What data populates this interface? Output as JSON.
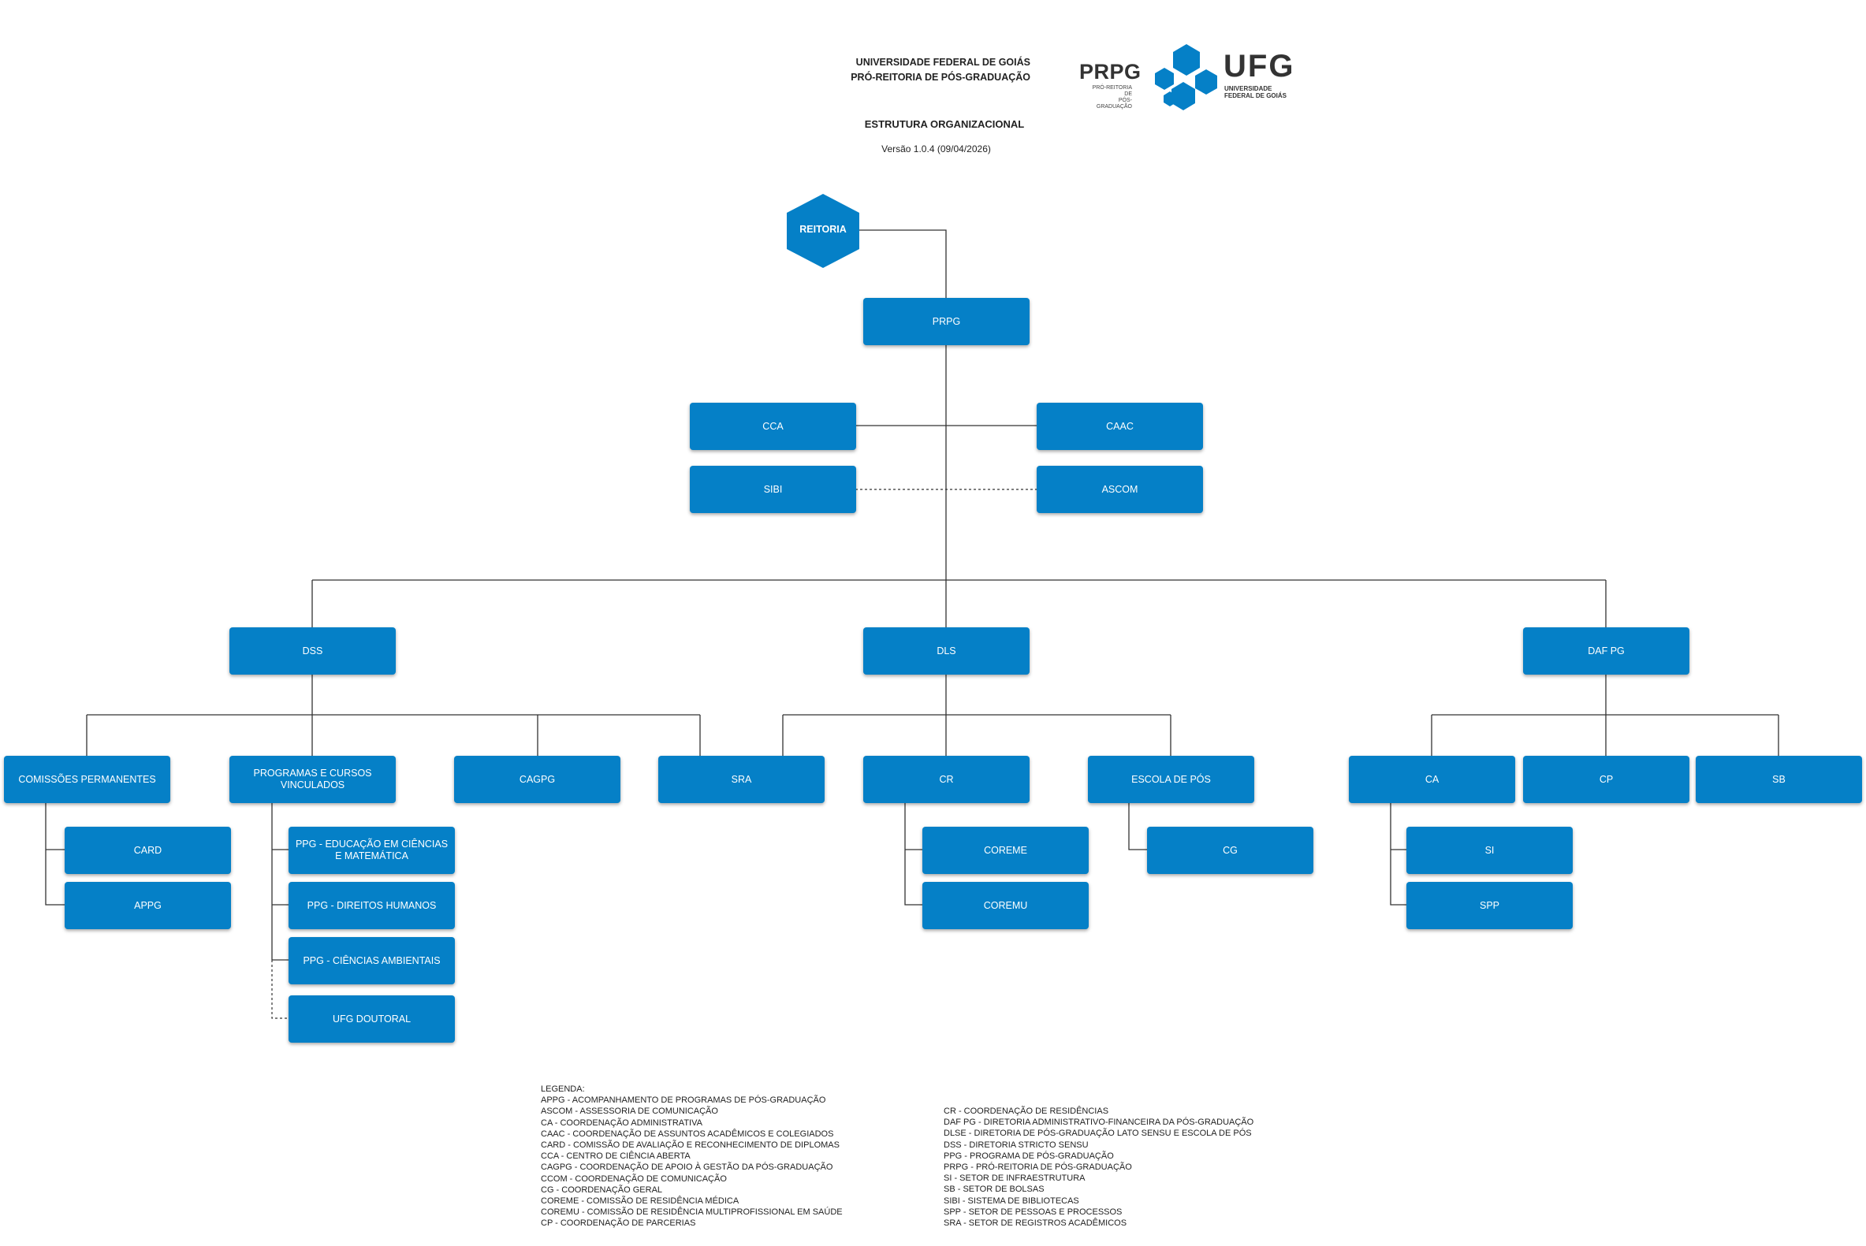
{
  "header": {
    "university": "UNIVERSIDADE FEDERAL DE GOIÁS",
    "pro_rectory": "PRÓ-REITORIA DE PÓS-GRADUAÇÃO",
    "title": "ESTRUTURA ORGANIZACIONAL",
    "version": "Versão 1.0.4 (09/04/2026)"
  },
  "logos": {
    "prpg_mark": "PRPG",
    "prpg_sub_1": "PRÓ-REITORIA DE",
    "prpg_sub_2": "PÓS-GRADUAÇÃO",
    "ufg_mark": "UFG",
    "ufg_sub_1": "UNIVERSIDADE",
    "ufg_sub_2": "FEDERAL DE GOIÁS"
  },
  "colors": {
    "box": "#0580c7",
    "line": "#333333"
  },
  "nodes": {
    "reitoria": "REITORIA",
    "prpg": "PRPG",
    "cca": "CCA",
    "caac": "CAAC",
    "sibi": "SIBI",
    "ascom": "ASCOM",
    "dss": "DSS",
    "dls": "DLS",
    "daf": "DAF PG",
    "comissoes": "COMISSÕES PERMANENTES",
    "programas": "PROGRAMAS E CURSOS VINCULADOS",
    "cagpg": "CAGPG",
    "sra": "SRA",
    "cr": "CR",
    "escola": "ESCOLA DE PÓS",
    "ca": "CA",
    "cp": "CP",
    "sb": "SB",
    "card": "CARD",
    "appg": "APPG",
    "ppg_edu": "PPG - EDUCAÇÃO EM CIÊNCIAS E MATEMÁTICA",
    "ppg_dh": "PPG - DIREITOS HUMANOS",
    "ppg_ca": "PPG - CIÊNCIAS AMBIENTAIS",
    "ufg_doutoral": "UFG DOUTORAL",
    "coreme": "COREME",
    "coremu": "COREMU",
    "cg": "CG",
    "si": "SI",
    "spp": "SPP"
  },
  "legend": {
    "heading": "LEGENDA:",
    "left": [
      "APPG - ACOMPANHAMENTO DE PROGRAMAS DE PÓS-GRADUAÇÃO",
      "ASCOM - ASSESSORIA DE COMUNICAÇÃO",
      "CA - COORDENAÇÃO ADMINISTRATIVA",
      "CAAC - COORDENAÇÃO DE ASSUNTOS ACADÊMICOS E COLEGIADOS",
      "CARD - COMISSÃO DE AVALIAÇÃO E RECONHECIMENTO DE DIPLOMAS",
      "CCA - CENTRO DE CIÊNCIA ABERTA",
      "CAGPG - COORDENAÇÃO DE APOIO À GESTÃO DA PÓS-GRADUAÇÃO",
      "CCOM - COORDENAÇÃO DE COMUNICAÇÃO",
      "CG - COORDENAÇÃO GERAL",
      "COREME - COMISSÃO DE RESIDÊNCIA MÉDICA",
      "COREMU - COMISSÃO DE RESIDÊNCIA MULTIPROFISSIONAL EM SAÚDE",
      "CP - COORDENAÇÃO DE PARCERIAS"
    ],
    "right": [
      "CR - COORDENAÇÃO DE RESIDÊNCIAS",
      "DAF PG - DIRETORIA ADMINISTRATIVO-FINANCEIRA DA PÓS-GRADUAÇÃO",
      "DLSE - DIRETORIA DE PÓS-GRADUAÇÃO LATO SENSU E ESCOLA DE PÓS",
      "DSS - DIRETORIA STRICTO SENSU",
      "PPG - PROGRAMA DE PÓS-GRADUAÇÃO",
      "PRPG - PRÓ-REITORIA DE PÓS-GRADUAÇÃO",
      "SI - SETOR DE INFRAESTRUTURA",
      "SB - SETOR DE BOLSAS",
      "SIBI - SISTEMA DE BIBLIOTECAS",
      "SPP - SETOR DE PESSOAS E PROCESSOS",
      "SRA - SETOR DE REGISTROS ACADÊMICOS"
    ]
  }
}
